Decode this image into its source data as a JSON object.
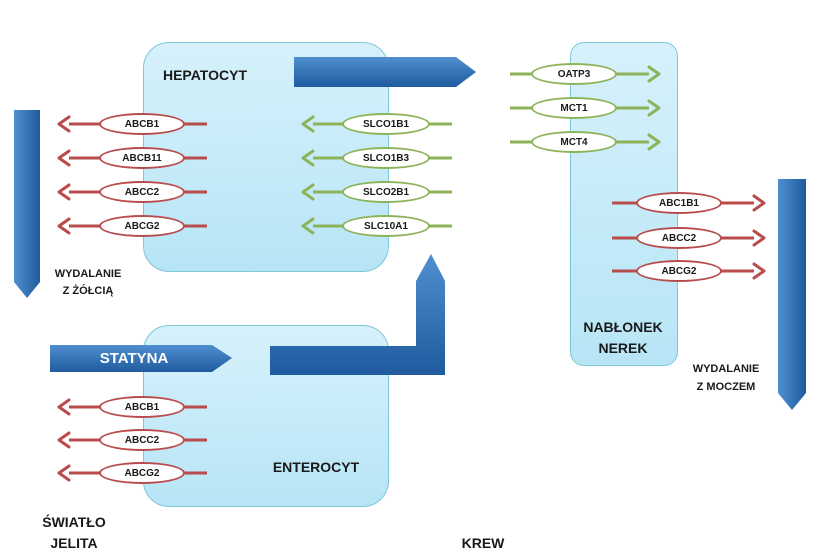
{
  "labels": {
    "hepatocyte": "HEPATOCYT",
    "enterocyte": "ENTEROCYT",
    "kidney_l1": "NABŁONEK",
    "kidney_l2": "NEREK",
    "statin": "STATYNA",
    "bile_l1": "WYDALANIE",
    "bile_l2": "Z ŻÓŁCIĄ",
    "urine_l1": "WYDALANIE",
    "urine_l2": "Z MOCZEM",
    "lumen_l1": "ŚWIATŁO",
    "lumen_l2": "JELITA",
    "blood": "KREW"
  },
  "hepatocyte_efflux": [
    "ABCB1",
    "ABCB11",
    "ABCC2",
    "ABCG2"
  ],
  "hepatocyte_uptake": [
    "SLCO1B1",
    "SLCO1B3",
    "SLCO2B1",
    "SLC10A1"
  ],
  "enterocyte_efflux": [
    "ABCB1",
    "ABCC2",
    "ABCG2"
  ],
  "kidney_uptake": [
    "OATP3",
    "MCT1",
    "MCT4"
  ],
  "kidney_efflux": [
    "ABC1B1",
    "ABCC2",
    "ABCG2"
  ],
  "colors": {
    "efflux": "#b84b4b",
    "uptake": "#8db35a",
    "flow_arrow": "#2f6fb5",
    "cell_fill": "#c6ebf8",
    "cell_border": "#7fc6d8"
  }
}
